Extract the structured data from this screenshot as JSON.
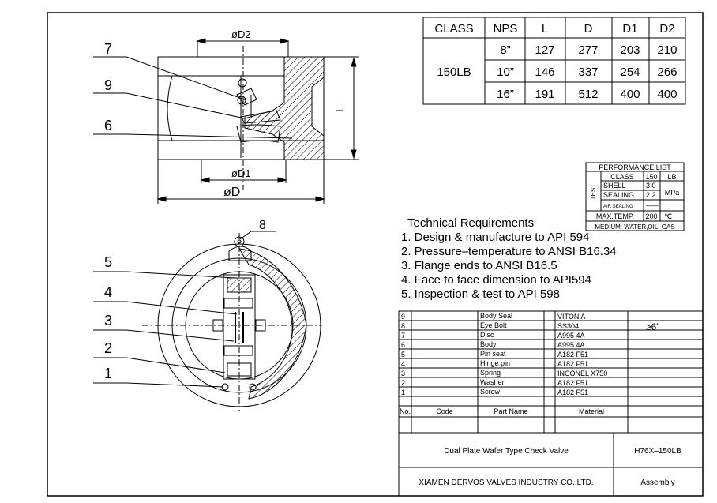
{
  "drawing": {
    "dim_labels": {
      "d2": "øD2",
      "d1": "øD1",
      "d": "øD",
      "l": "L"
    },
    "balloons_side": [
      "7",
      "9",
      "6"
    ],
    "balloons_front": [
      "8",
      "5",
      "4",
      "3",
      "2",
      "1"
    ]
  },
  "dimension_table": {
    "headers": [
      "CLASS",
      "NPS",
      "L",
      "D",
      "D1",
      "D2"
    ],
    "class_value": "150LB",
    "rows": [
      [
        "8”",
        "127",
        "277",
        "203",
        "210"
      ],
      [
        "10”",
        "146",
        "337",
        "254",
        "266"
      ],
      [
        "16”",
        "191",
        "512",
        "400",
        "400"
      ]
    ]
  },
  "performance": {
    "title": "PERFORMANCE LIST",
    "class_label": "CLASS",
    "class_value": "150",
    "class_unit": "LB",
    "test_label": "TEST",
    "shell_label": "SHELL",
    "shell_value": "3.0",
    "sealing_label": "SEALING",
    "sealing_value": "2.2",
    "pressure_unit": "MPa",
    "air_label": "AIR SEALING",
    "air_value": "——",
    "temp_label": "MAX.TEMP.",
    "temp_value": "200",
    "temp_unit": "℃",
    "medium": "MEDIUM: WATER,OIL, GAS"
  },
  "requirements": {
    "title": "Technical Requirements",
    "items": [
      "1. Design & manufacture to API 594",
      "2. Pressure–temperature to ANSI B16.34",
      "3. Flange ends to ANSI B16.5",
      "4. Face to face dimension to API594",
      "5. Inspection & test to API 598"
    ]
  },
  "parts": {
    "rows": [
      {
        "no": "9",
        "name": "Body Seal",
        "material": "VITON A",
        "note": ""
      },
      {
        "no": "8",
        "name": "Eye Bolt",
        "material": "SS304",
        "note": "≥6”"
      },
      {
        "no": "7",
        "name": "Disc",
        "material": "A995 4A",
        "note": ""
      },
      {
        "no": "6",
        "name": "Body",
        "material": "A995 4A",
        "note": ""
      },
      {
        "no": "5",
        "name": "Pin seat",
        "material": "A182 F51",
        "note": ""
      },
      {
        "no": "4",
        "name": "Hinge pin",
        "material": "A182 F51",
        "note": ""
      },
      {
        "no": "3",
        "name": "Spring",
        "material": "INCONEL X750",
        "note": ""
      },
      {
        "no": "2",
        "name": "Washer",
        "material": "A182 F51",
        "note": ""
      },
      {
        "no": "1",
        "name": "Screw",
        "material": "A182 F51",
        "note": ""
      }
    ],
    "header_no": "No.",
    "header_code": "Code",
    "header_name": "Part Name",
    "header_material": "Material"
  },
  "title_block": {
    "title": "Dual Plate Wafer Type Check Valve",
    "model": "H76X–150LB",
    "company": "XIAMEN DERVOS VALVES INDUSTRY CO.,LTD.",
    "sheet_type": "Assembly"
  }
}
